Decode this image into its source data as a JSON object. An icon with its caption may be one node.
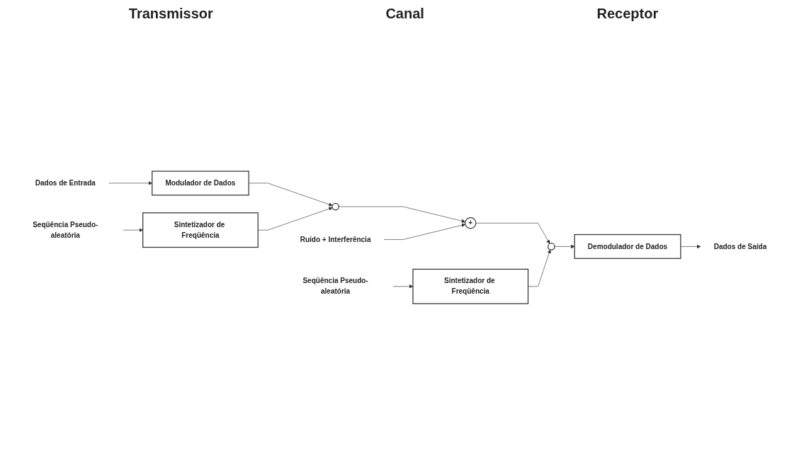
{
  "diagram": {
    "nodes": [
      {
        "text": [
          "Dados de Entrada"
        ]
      },
      {
        "text": [
          "Modulador de Dados"
        ]
      },
      {
        "text": [],
        "shape": "circle"
      },
      {
        "text": [
          "Sintetizador de Freqüência"
        ]
      },
      {
        "text": [
          "Seqüência Pseudo-aleatória"
        ]
      },
      {
        "text": [
          "+"
        ]
      },
      {
        "text": [
          "Ruído + Interferência"
        ]
      },
      {
        "text": [],
        "shape": "circle"
      },
      {
        "text": [
          "Sintetizador de Freqüência"
        ]
      },
      {
        "text": [
          "Seqüência Pseudo-aleatória"
        ]
      },
      {
        "text": [
          "Demodulador de Dados"
        ]
      },
      {
        "text": [
          "Dados de Saída"
        ]
      }
    ],
    "edges": [
      {
        "from": 0,
        "to": 1,
        "arrow": "to"
      },
      {
        "from": 1,
        "to": 2,
        "arrow": "to"
      },
      {
        "from": 4,
        "to": 3,
        "arrow": "to"
      },
      {
        "from": 3,
        "to": 2,
        "arrow": "to"
      },
      {
        "from": 2,
        "to": 5,
        "arrow": "to"
      },
      {
        "from": 6,
        "to": 5,
        "arrow": "to"
      },
      {
        "from": 5,
        "to": 7,
        "arrow": "to"
      },
      {
        "from": 9,
        "to": 8,
        "arrow": "to"
      },
      {
        "from": 8,
        "to": 7,
        "arrow": "to"
      },
      {
        "from": 7,
        "to": 10,
        "arrow": "to"
      },
      {
        "from": 10,
        "to": 11,
        "arrow": "to"
      }
    ],
    "labels": [
      "Transmissor",
      "Canal",
      "Receptor"
    ]
  }
}
